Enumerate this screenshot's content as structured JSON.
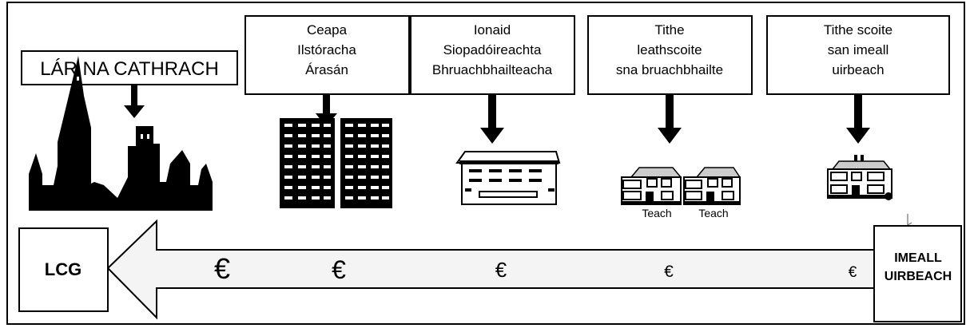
{
  "city_centre": {
    "label": "LÁR NA CATHRACH"
  },
  "zones": [
    {
      "lines": [
        "Ceapa",
        "Ilstóracha",
        "Árasán"
      ]
    },
    {
      "lines": [
        "Ionaid",
        "Siopadóireachta",
        "Bhruachbhailteacha"
      ]
    },
    {
      "lines": [
        "Tithe",
        "leathscoite",
        "sna bruachbhailte"
      ]
    },
    {
      "lines": [
        "Tithe scoite",
        "san imeall",
        "uirbeach"
      ]
    }
  ],
  "house_labels": [
    "Teach",
    "Teach"
  ],
  "cbd_box": {
    "label": "LCG"
  },
  "fringe_box": {
    "line1": "IMEALL",
    "line2": "UIRBEACH"
  },
  "euro_symbols": [
    "€",
    "€",
    "€",
    "€",
    "€"
  ],
  "colors": {
    "arrow_fill": "#f4f4f4",
    "stroke": "#000000",
    "building_fill": "#000000"
  }
}
